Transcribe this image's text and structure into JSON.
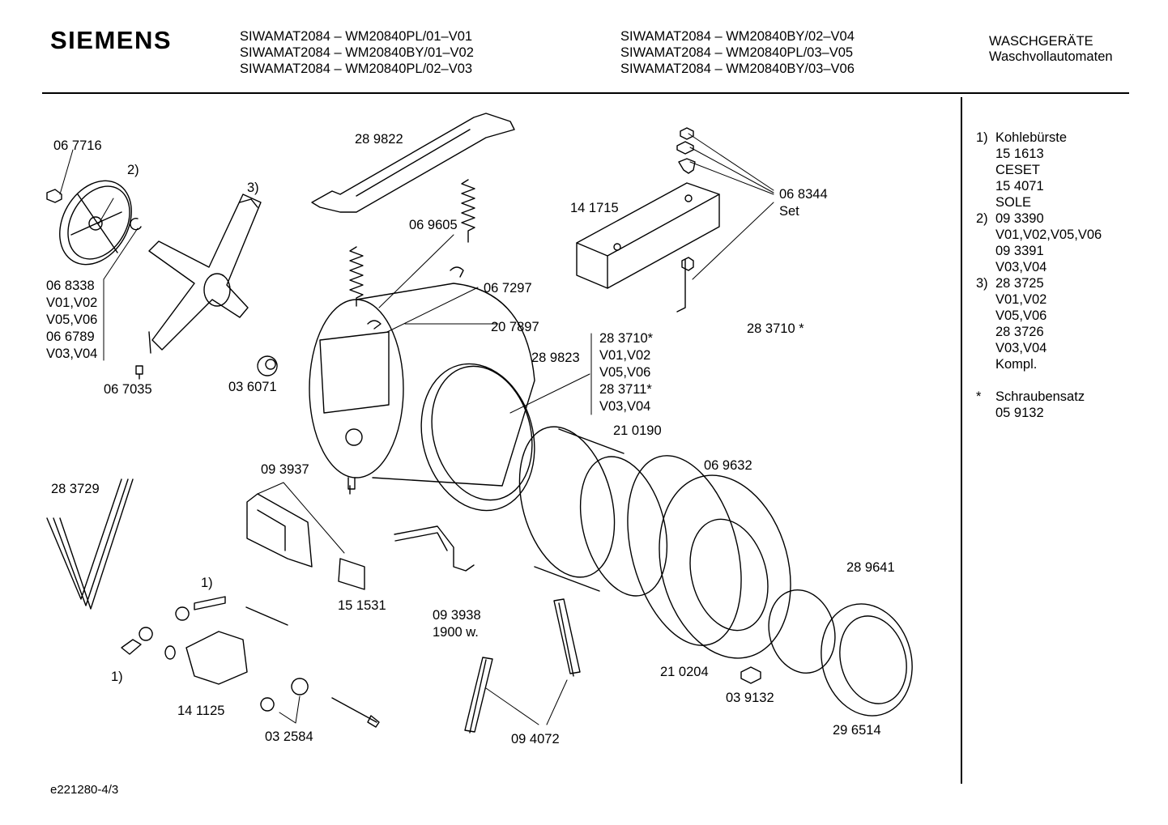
{
  "header": {
    "brand": "SIEMENS",
    "models_left": [
      "SIWAMAT2084 – WM20840PL/01–V01",
      "SIWAMAT2084 – WM20840BY/01–V02",
      "SIWAMAT2084 – WM20840PL/02–V03"
    ],
    "models_right": [
      "SIWAMAT2084 – WM20840BY/02–V04",
      "SIWAMAT2084 – WM20840PL/03–V05",
      "SIWAMAT2084 – WM20840BY/03–V06"
    ],
    "category_title": "WASCHGERÄTE",
    "category_sub": "Waschvollautomaten"
  },
  "labels": {
    "p067716": "06 7716",
    "n2": "2)",
    "n3": "3)",
    "p289822": "28 9822",
    "p141715": "14 1715",
    "p068344": "06 8344",
    "set": "Set",
    "p069605": "06 9605",
    "p067297": "06 7297",
    "left_variants": [
      "06 8338",
      "V01,V02",
      "V05,V06",
      "06 6789",
      "V03,V04"
    ],
    "p207897": "20 7897",
    "p283710_star": "28 3710 *",
    "mid_variants": [
      "28 3710*",
      "V01,V02",
      "V05,V06",
      "28 3711*",
      "V03,V04"
    ],
    "p289823": "28 9823",
    "p067035": "06 7035",
    "p036071": "03 6071",
    "p210190": "21 0190",
    "p069632": "06 9632",
    "p093937": "09 3937",
    "p283729": "28 3729",
    "p151531": "15 1531",
    "p093938": "09 3938",
    "w1900": "1900 w.",
    "n1a": "1)",
    "n1b": "1)",
    "p289641": "28 9641",
    "p141125": "14 1125",
    "p032584": "03 2584",
    "p094072": "09 4072",
    "p210204": "21 0204",
    "p039132": "03 9132",
    "p296514": "29 6514"
  },
  "legend": [
    {
      "k": "1)",
      "lines": [
        "Kohlebürste",
        "15 1613",
        "CESET",
        "15 4071",
        "SOLE"
      ]
    },
    {
      "k": "2)",
      "lines": [
        "09 3390",
        "V01,V02,V05,V06",
        "09 3391",
        "V03,V04"
      ]
    },
    {
      "k": "3)",
      "lines": [
        "28 3725",
        "V01,V02",
        "V05,V06",
        "28 3726",
        "V03,V04",
        "Kompl."
      ]
    },
    {
      "k": "*",
      "lines": [
        "Schraubensatz",
        "05 9132"
      ]
    }
  ],
  "footer": "e221280-4/3"
}
